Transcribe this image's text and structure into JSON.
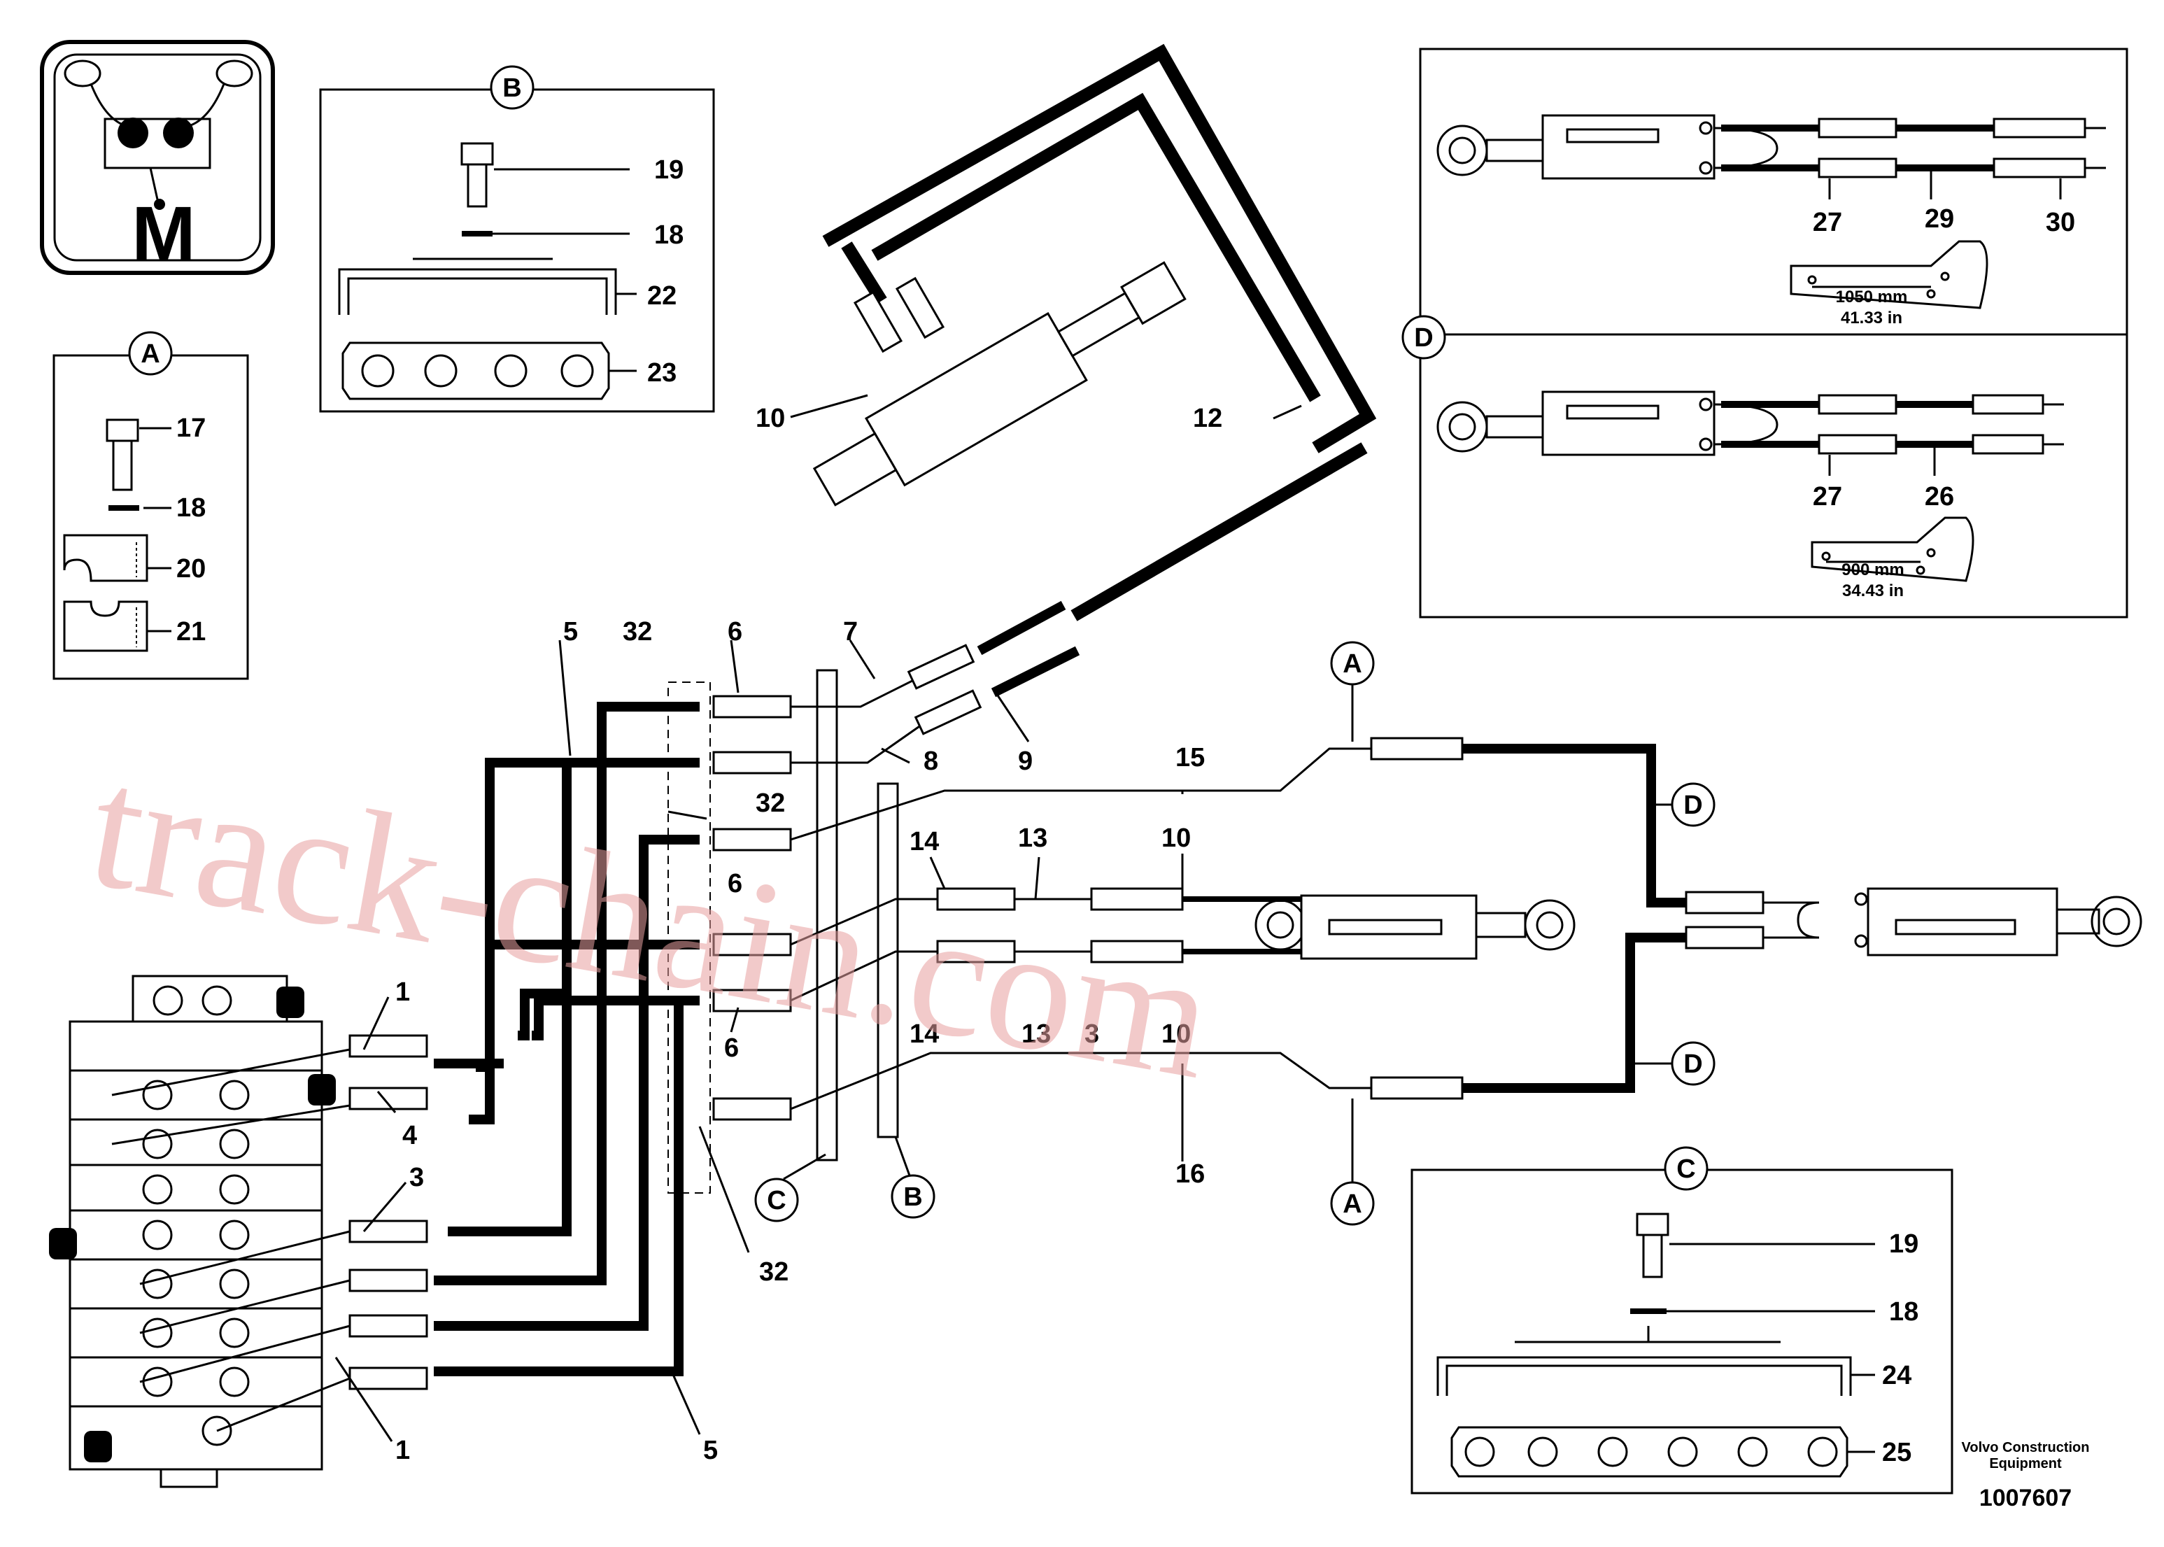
{
  "symbol": {
    "letter": "M",
    "icon": "joystick-control-icon"
  },
  "callouts": {
    "A": "A",
    "B": "B",
    "C": "C",
    "D": "D"
  },
  "detail_b": {
    "parts": [
      "19",
      "18",
      "22",
      "23"
    ]
  },
  "detail_a": {
    "parts": [
      "17",
      "18",
      "20",
      "21"
    ]
  },
  "detail_c": {
    "parts": [
      "19",
      "18",
      "24",
      "25"
    ]
  },
  "detail_d": {
    "upper": {
      "parts": [
        "27",
        "29",
        "30"
      ],
      "dim_mm": "1050 mm",
      "dim_in": "41.33 in"
    },
    "lower": {
      "parts": [
        "27",
        "26"
      ],
      "dim_mm": "900 mm",
      "dim_in": "34.43 in"
    }
  },
  "main_labels": {
    "l1a": "1",
    "l1b": "1",
    "l3a": "3",
    "l3b": "3",
    "l4": "4",
    "l5a": "5",
    "l5b": "5",
    "l6a": "6",
    "l6b": "6",
    "l6c": "6",
    "l7": "7",
    "l8": "8",
    "l9": "9",
    "l10a": "10",
    "l10b": "10",
    "l10c": "10",
    "l12": "12",
    "l13a": "13",
    "l13b": "13",
    "l14a": "14",
    "l14b": "14",
    "l15": "15",
    "l16": "16",
    "l32a": "32",
    "l32b": "32",
    "l32c": "32"
  },
  "footer": {
    "brand_line1": "Volvo Construction",
    "brand_line2": "Equipment",
    "doc_number": "1007607"
  },
  "watermark": "track-chain.com"
}
